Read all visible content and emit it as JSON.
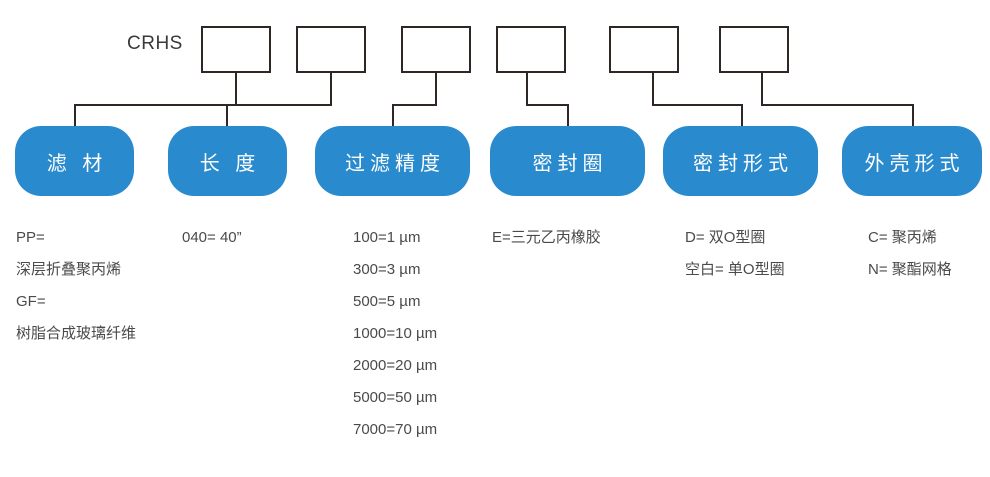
{
  "diagram": {
    "prefix": "CRHS",
    "code_slots": [
      {
        "name": "slot-1"
      },
      {
        "name": "slot-2"
      },
      {
        "name": "slot-3"
      },
      {
        "name": "slot-4"
      },
      {
        "name": "slot-5"
      },
      {
        "name": "slot-6"
      }
    ],
    "categories": [
      {
        "label": "滤 材"
      },
      {
        "label": "长 度"
      },
      {
        "label": "过滤精度"
      },
      {
        "label": "密封圈"
      },
      {
        "label": "密封形式"
      },
      {
        "label": "外壳形式"
      }
    ],
    "option_columns": [
      {
        "key": "filter-media",
        "lines": [
          "PP=",
          "深层折叠聚丙烯",
          "GF=",
          "树脂合成玻璃纤维"
        ]
      },
      {
        "key": "length",
        "lines": [
          "040= 40”"
        ]
      },
      {
        "key": "filtration-rating",
        "lines": [
          "100=1 µm",
          "300=3 µm",
          "500=5 µm",
          "1000=10 µm",
          "2000=20 µm",
          "5000=50 µm",
          "7000=70 µm"
        ]
      },
      {
        "key": "o-ring",
        "lines": [
          "E=三元乙丙橡胶"
        ]
      },
      {
        "key": "seal-type",
        "lines": [
          "D= 双O型圈",
          "空白= 单O型圈"
        ]
      },
      {
        "key": "housing-type",
        "lines": [
          "C= 聚丙烯",
          "N= 聚酯网格"
        ]
      }
    ],
    "colors": {
      "pill_blue": "#2a8ace",
      "line_dark": "#2e2724",
      "text_gray": "#4a4a4a"
    }
  }
}
